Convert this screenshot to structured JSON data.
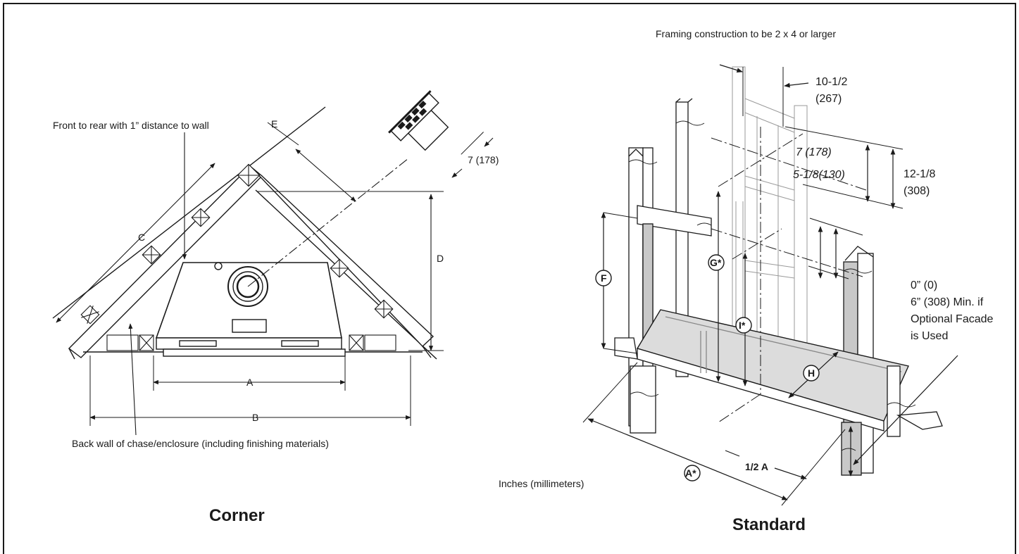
{
  "corner": {
    "title": "Corner",
    "note_front": "Front to rear with 1” distance to wall",
    "note_back": "Back wall of chase/enclosure (including finishing materials)",
    "dim_a": "A",
    "dim_b": "B",
    "dim_c": "C",
    "dim_d": "D",
    "dim_e": "E",
    "vent_dim": "7 (178)"
  },
  "standard": {
    "title": "Standard",
    "note_framing": "Framing construction to be 2 x 4 or larger",
    "units": "Inches (millimeters)",
    "dim_top_in": "10-1/2",
    "dim_top_mm": "(267)",
    "dim_7": "7 (178)",
    "dim_518": "5-1/8(130)",
    "dim_1218_in": "12-1/8",
    "dim_1218_mm": "(308)",
    "clear_1": "0” (0)",
    "clear_2": "6” (308) Min. if",
    "clear_3": "Optional Facade",
    "clear_4": "is Used",
    "circ_f": "F",
    "circ_g": "G*",
    "circ_i": "I*",
    "circ_h": "H",
    "circ_a": "A*",
    "half_a": "1/2 A"
  },
  "icons": [
    "arrow-icon",
    "dimension-circle-icon"
  ]
}
